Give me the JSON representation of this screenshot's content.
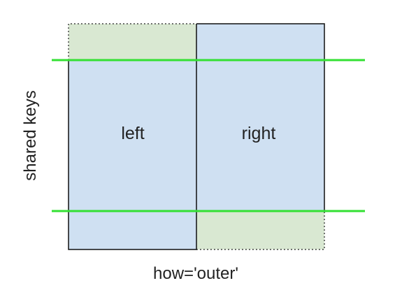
{
  "labels": {
    "left": "left",
    "right": "right",
    "shared_keys": "shared keys",
    "caption": "how='outer'"
  },
  "colors": {
    "blue_fill": "#cfe0f2",
    "green_fill": "#d9e8d2",
    "green_line": "#33e033",
    "border": "#111111",
    "dotted_border": "#333333"
  }
}
